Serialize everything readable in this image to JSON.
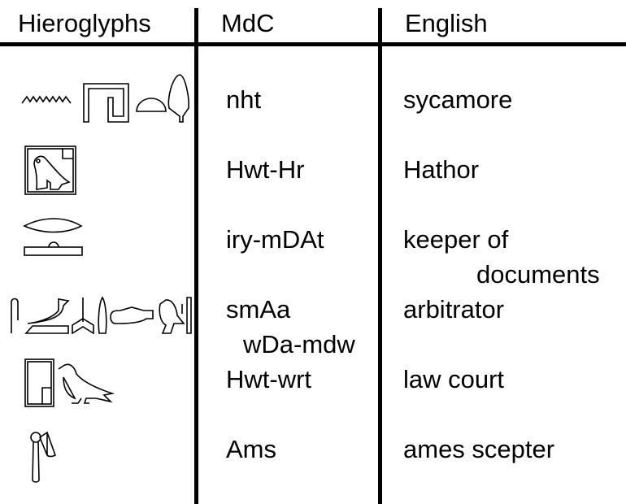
{
  "headers": {
    "hieroglyphs": "Hieroglyphs",
    "mdc": "MdC",
    "english": "English"
  },
  "rows": [
    {
      "glyph_icon": "water-house-bread-tree-glyphs",
      "mdc": "nht",
      "english": "sycamore"
    },
    {
      "glyph_icon": "falcon-in-enclosure-glyph",
      "mdc": "Hwt-Hr",
      "english": "Hathor"
    },
    {
      "glyph_icon": "mouth-over-base-glyph",
      "mdc": "iry-mDAt",
      "english_lines": [
        "keeper of",
        "documents"
      ]
    },
    {
      "glyph_icon": "bird-and-signs-glyphs",
      "mdc_lines": [
        "smAa",
        "wDa-mdw"
      ],
      "english": "arbitrator"
    },
    {
      "glyph_icon": "house-and-bird-glyphs",
      "mdc": "Hwt-wrt",
      "english": "law court"
    },
    {
      "glyph_icon": "ames-scepter-glyph",
      "mdc": "Ams",
      "english": "ames scepter"
    }
  ]
}
